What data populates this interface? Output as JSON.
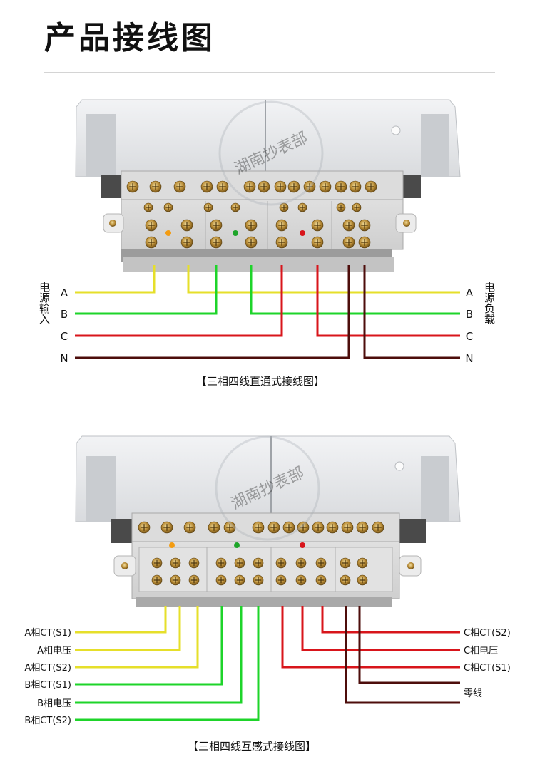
{
  "title": "产品接线图",
  "watermark": "湖南抄表部",
  "colors": {
    "phase_a": "#e6df2a",
    "phase_b": "#1ed42a",
    "phase_c": "#d8151b",
    "neutral": "#4d0d0b",
    "meter_body": "#e6e7e9",
    "terminal": "#c49b4a"
  },
  "diagram1": {
    "caption": "【三相四线直通式接线图】",
    "left_group_label": "电源输入",
    "right_group_label": "电源负载",
    "left_lines": [
      "A",
      "B",
      "C",
      "N"
    ],
    "right_lines": [
      "A",
      "B",
      "C",
      "N"
    ]
  },
  "diagram2": {
    "caption": "【三相四线互感式接线图】",
    "left_labels": [
      "A相CT(S1)",
      "A相电压",
      "A相CT(S2)",
      "B相CT(S1)",
      "B相电压",
      "B相CT(S2)"
    ],
    "right_labels": [
      "C相CT(S2)",
      "C相电压",
      "C相CT(S1)",
      "零线"
    ]
  }
}
